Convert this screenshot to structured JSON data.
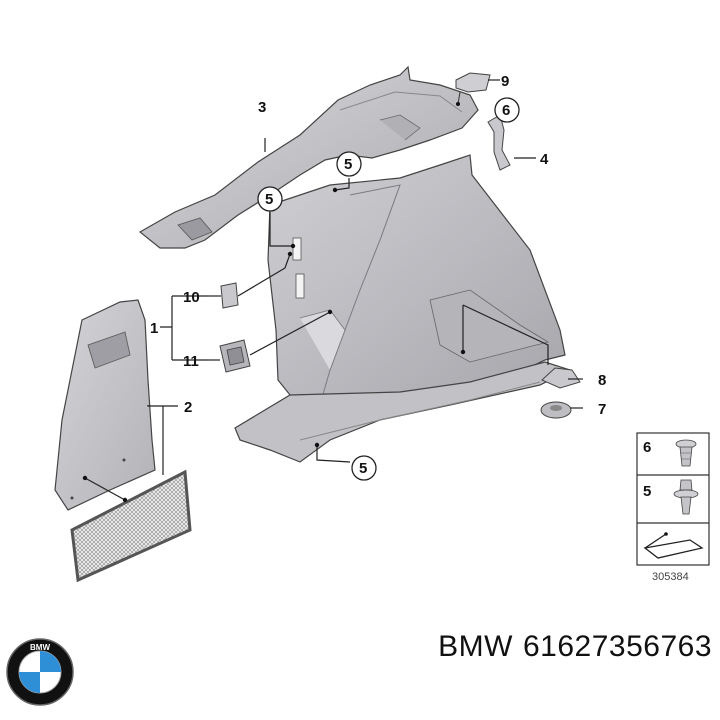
{
  "diagram": {
    "callouts": {
      "c1": "1",
      "c2": "2",
      "c3": "3",
      "c4": "4",
      "c5a": "5",
      "c5b": "5",
      "c5c": "5",
      "c6": "6",
      "c7": "7",
      "c8": "8",
      "c9": "9",
      "c10": "10",
      "c11": "11"
    },
    "legend": {
      "row1": "6",
      "row2": "5"
    },
    "ref_number": "305384"
  },
  "footer": {
    "brand": "BMW",
    "part_number": "61627356763"
  },
  "logo": {
    "text": "BMW",
    "colors": {
      "blue": "#2f8fd6",
      "black": "#111111",
      "white": "#ffffff"
    }
  }
}
